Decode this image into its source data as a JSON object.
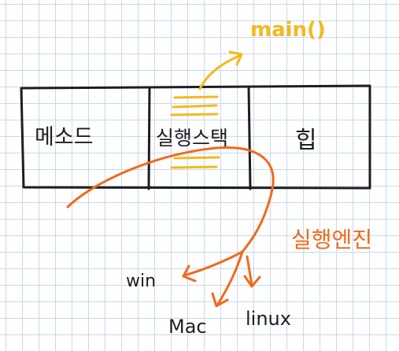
{
  "labels": {
    "main": "main()",
    "method_area": "메소드",
    "runtime_stack": "실행스택",
    "heap": "힙",
    "execution_engine": "실행엔진",
    "win": "win",
    "mac": "Mac",
    "linux": "linux"
  },
  "colors": {
    "ink": "#1e1e1e",
    "highlight": "#f5b81e",
    "accent": "#f06a1e",
    "grid": "#c7d9ee"
  }
}
